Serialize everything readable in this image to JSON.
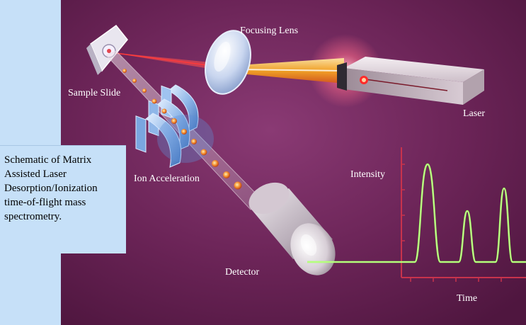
{
  "caption": "Schematic of Matrix\nAssisted Laser\nDesorption/Ionization\ntime-of-flight mass\nspectrometry.",
  "labels": {
    "focusing_lens": "Focusing Lens",
    "sample_slide": "Sample Slide",
    "laser": "Laser",
    "ion_acceleration": "Ion Acceleration",
    "detector": "Detector",
    "intensity": "Intensity",
    "time": "Time"
  },
  "colors": {
    "left_strip": "#c6e0f8",
    "background": "#6b2457",
    "beam": "#f5a623",
    "signal": "#9bff5a",
    "axis": "#c8334c"
  },
  "icons": [
    "sample-slide-icon",
    "focusing-lens-icon",
    "laser-icon",
    "ion-acceleration-icon",
    "detector-icon"
  ]
}
